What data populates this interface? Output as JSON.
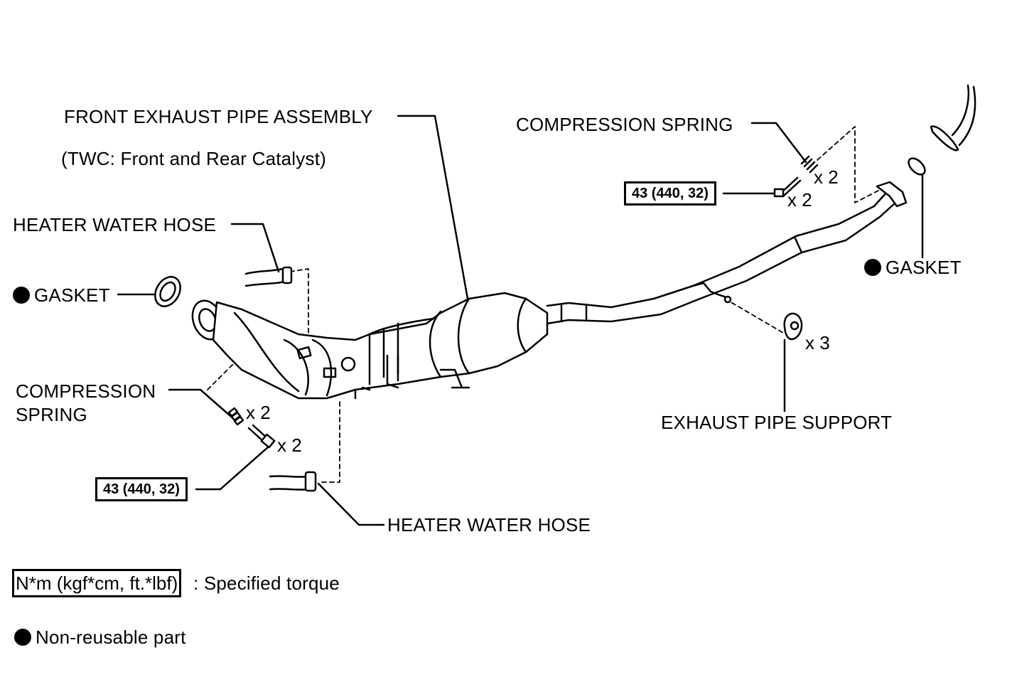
{
  "labels": {
    "front_pipe": "FRONT EXHAUST PIPE ASSEMBLY",
    "front_pipe_note": "(TWC: Front and Rear Catalyst)",
    "heater_hose_upper": "HEATER WATER HOSE",
    "gasket_left": "GASKET",
    "compression_spring_left_1": "COMPRESSION",
    "compression_spring_left_2": "SPRING",
    "heater_hose_lower": "HEATER WATER HOSE",
    "compression_spring_right": "COMPRESSION SPRING",
    "gasket_right": "GASKET",
    "exhaust_support": "EXHAUST PIPE SUPPORT"
  },
  "quantities": {
    "spring_right": "x 2",
    "bolt_right": "x 2",
    "support": "x 3",
    "spring_left": "x 2",
    "bolt_left": "x 2"
  },
  "torques": {
    "right": "43 (440, 32)",
    "left": "43 (440, 32)"
  },
  "legend": {
    "torque_unit": "N*m (kgf*cm, ft.*lbf)",
    "torque_desc": ": Specified torque",
    "nonreusable_desc": "Non-reusable part"
  }
}
